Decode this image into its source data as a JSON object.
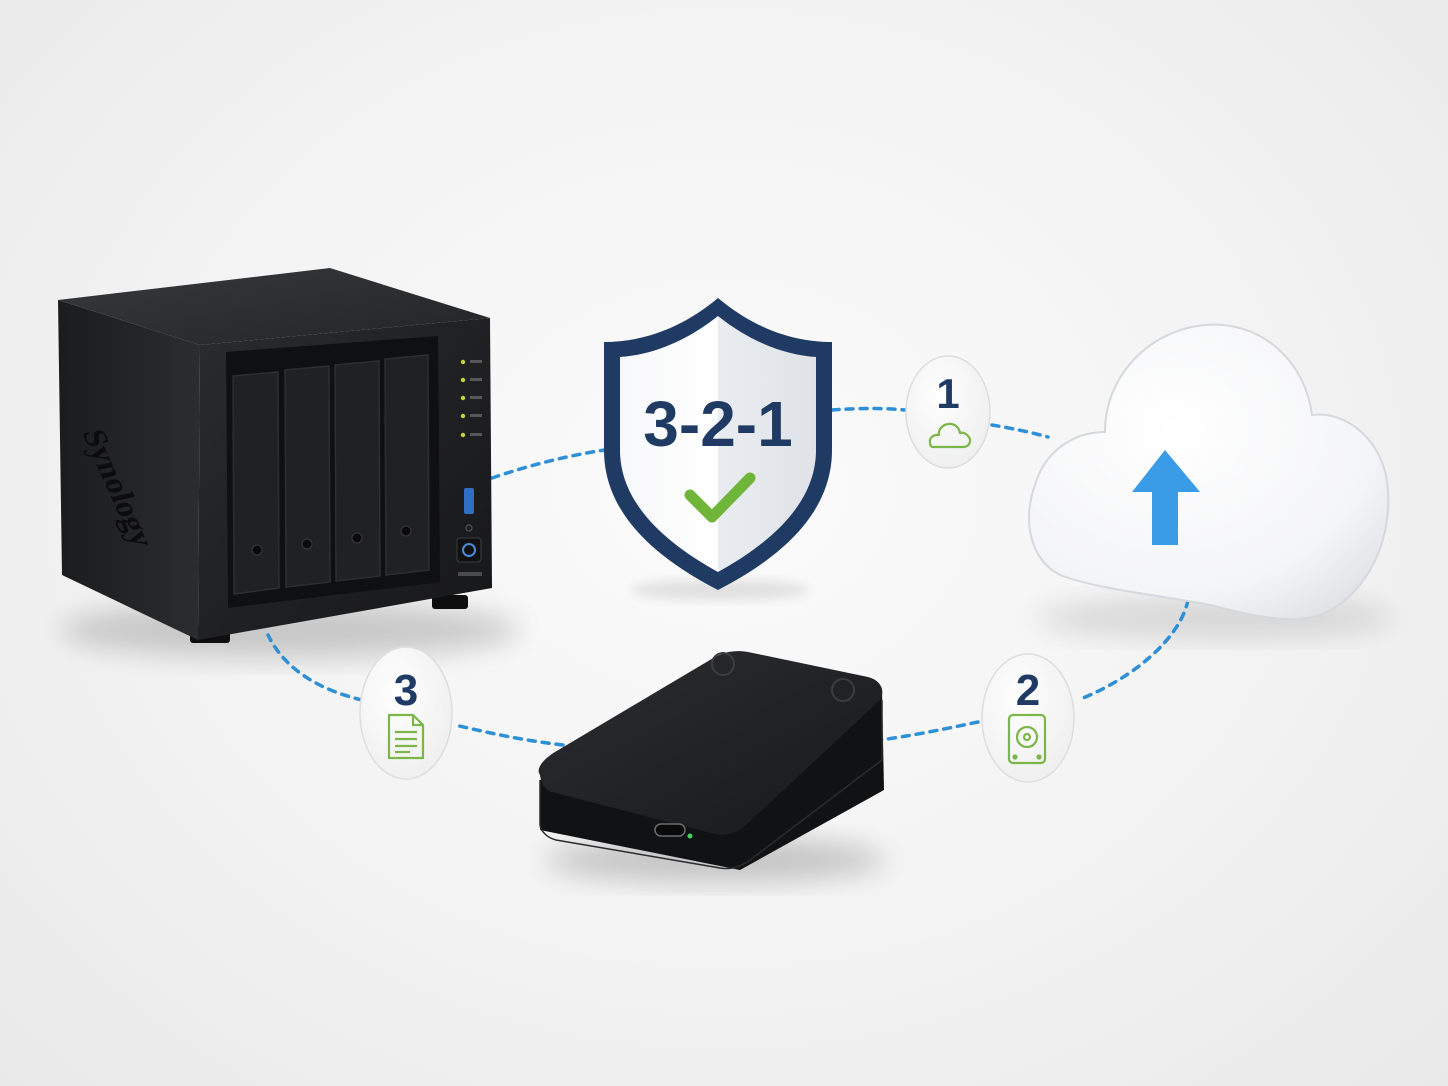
{
  "shield": {
    "label": "3-2-1"
  },
  "nas": {
    "brand": "Synology"
  },
  "badges": [
    {
      "number": "1",
      "icon": "cloud-icon"
    },
    {
      "number": "2",
      "icon": "hard-drive-icon"
    },
    {
      "number": "3",
      "icon": "document-icon"
    }
  ],
  "colors": {
    "shield_navy": "#1f3a63",
    "check_green": "#6fb53a",
    "icon_green": "#7ab648",
    "link_blue": "#2d8fd5",
    "arrow_blue": "#3a9be6",
    "device_black": "#1d1e20"
  }
}
